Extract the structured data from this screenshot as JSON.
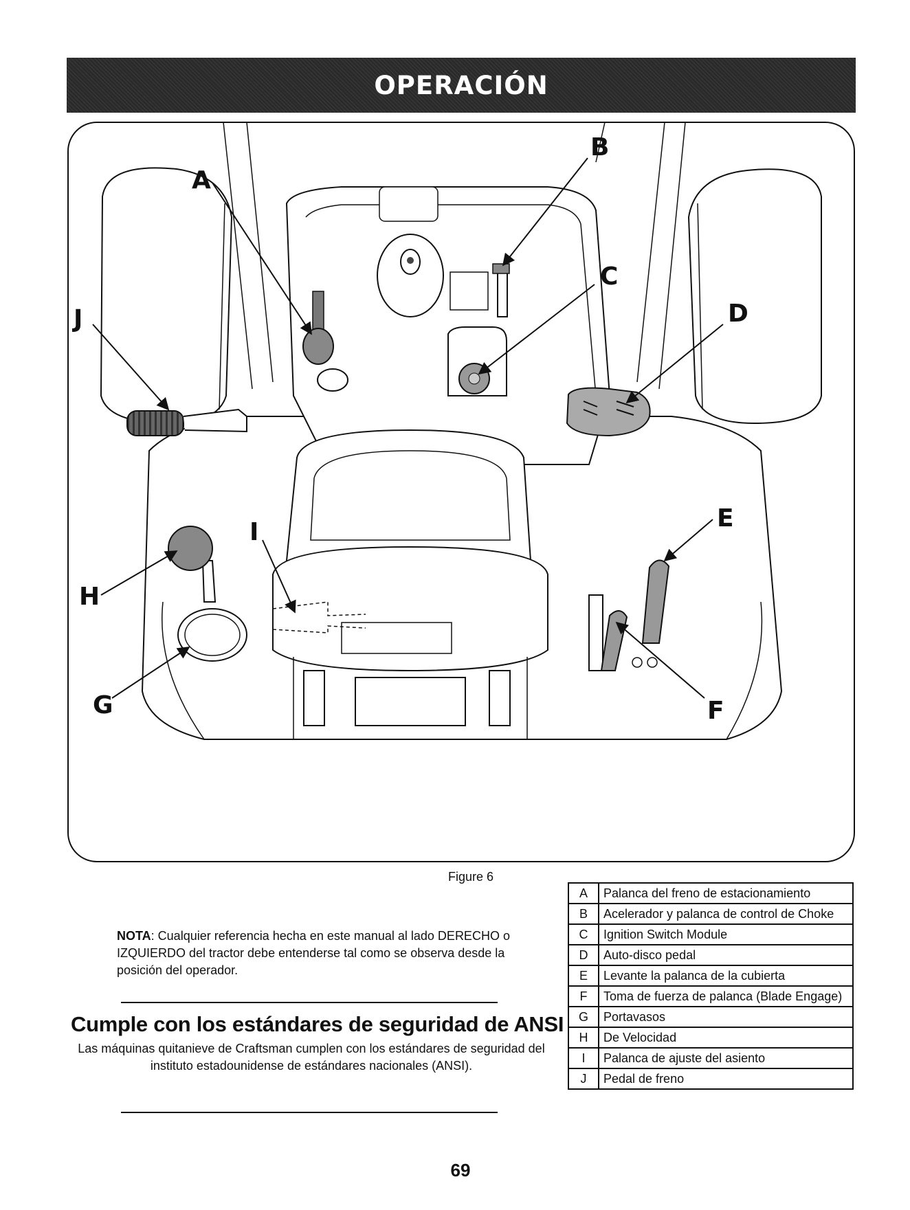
{
  "header": {
    "title": "OPERACIÓN"
  },
  "figure": {
    "callouts": {
      "a": "A",
      "b": "B",
      "c": "C",
      "d": "D",
      "e": "E",
      "f": "F",
      "g": "G",
      "h": "H",
      "i": "I",
      "j": "J"
    },
    "caption": "Figure 6"
  },
  "note": {
    "label": "NOTA",
    "text": ": Cualquier referencia hecha en este manual al lado DERECHO o IZQUIERDO del tractor debe entenderse tal como se observa desde la posición del operador."
  },
  "ansi": {
    "heading": "Cumple con los estándares de seguridad de ANSI",
    "body": "Las máquinas quitanieve de Craftsman cumplen con los estándares de seguridad del instituto estadounidense de estándares nacionales (ANSI)."
  },
  "legend": [
    {
      "letter": "A",
      "text": "Palanca del freno de estacionamiento"
    },
    {
      "letter": "B",
      "text": "Acelerador y palanca de control de Choke"
    },
    {
      "letter": "C",
      "text": "Ignition Switch Module"
    },
    {
      "letter": "D",
      "text": "Auto-disco pedal"
    },
    {
      "letter": "E",
      "text": "Levante la palanca de la cubierta"
    },
    {
      "letter": "F",
      "text": "Toma de fuerza de palanca (Blade Engage)"
    },
    {
      "letter": "G",
      "text": "Portavasos"
    },
    {
      "letter": "H",
      "text": "De Velocidad"
    },
    {
      "letter": "I",
      "text": "Palanca de ajuste del asiento"
    },
    {
      "letter": "J",
      "text": "Pedal de freno"
    }
  ],
  "page_number": "69"
}
